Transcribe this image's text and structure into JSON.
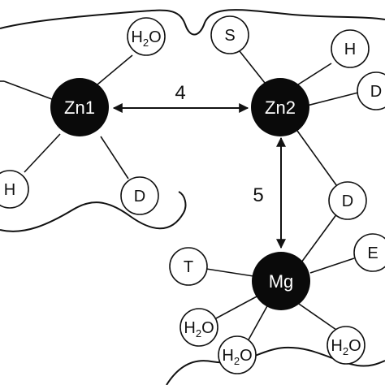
{
  "metals": {
    "zn1": "Zn1",
    "zn2": "Zn2",
    "mg": "Mg"
  },
  "distances": {
    "zn1_zn2": "4",
    "zn2_mg": "5"
  },
  "ligands": {
    "zn1_water": {
      "main": "H",
      "sub": "2",
      "tail": "O"
    },
    "zn1_h": "H",
    "zn1_d": "D",
    "zn2_s": "S",
    "zn2_h": "H",
    "zn2_d_right": "D",
    "bridge_d": "D",
    "mg_t": "T",
    "mg_e": "E",
    "mg_water_1": {
      "main": "H",
      "sub": "2",
      "tail": "O"
    },
    "mg_water_2": {
      "main": "H",
      "sub": "2",
      "tail": "O"
    },
    "mg_water_3": {
      "main": "H",
      "sub": "2",
      "tail": "O"
    }
  },
  "colors": {
    "metal_fill": "#0a0a0a",
    "ligand_fill": "#ffffff",
    "line": "#111111"
  }
}
